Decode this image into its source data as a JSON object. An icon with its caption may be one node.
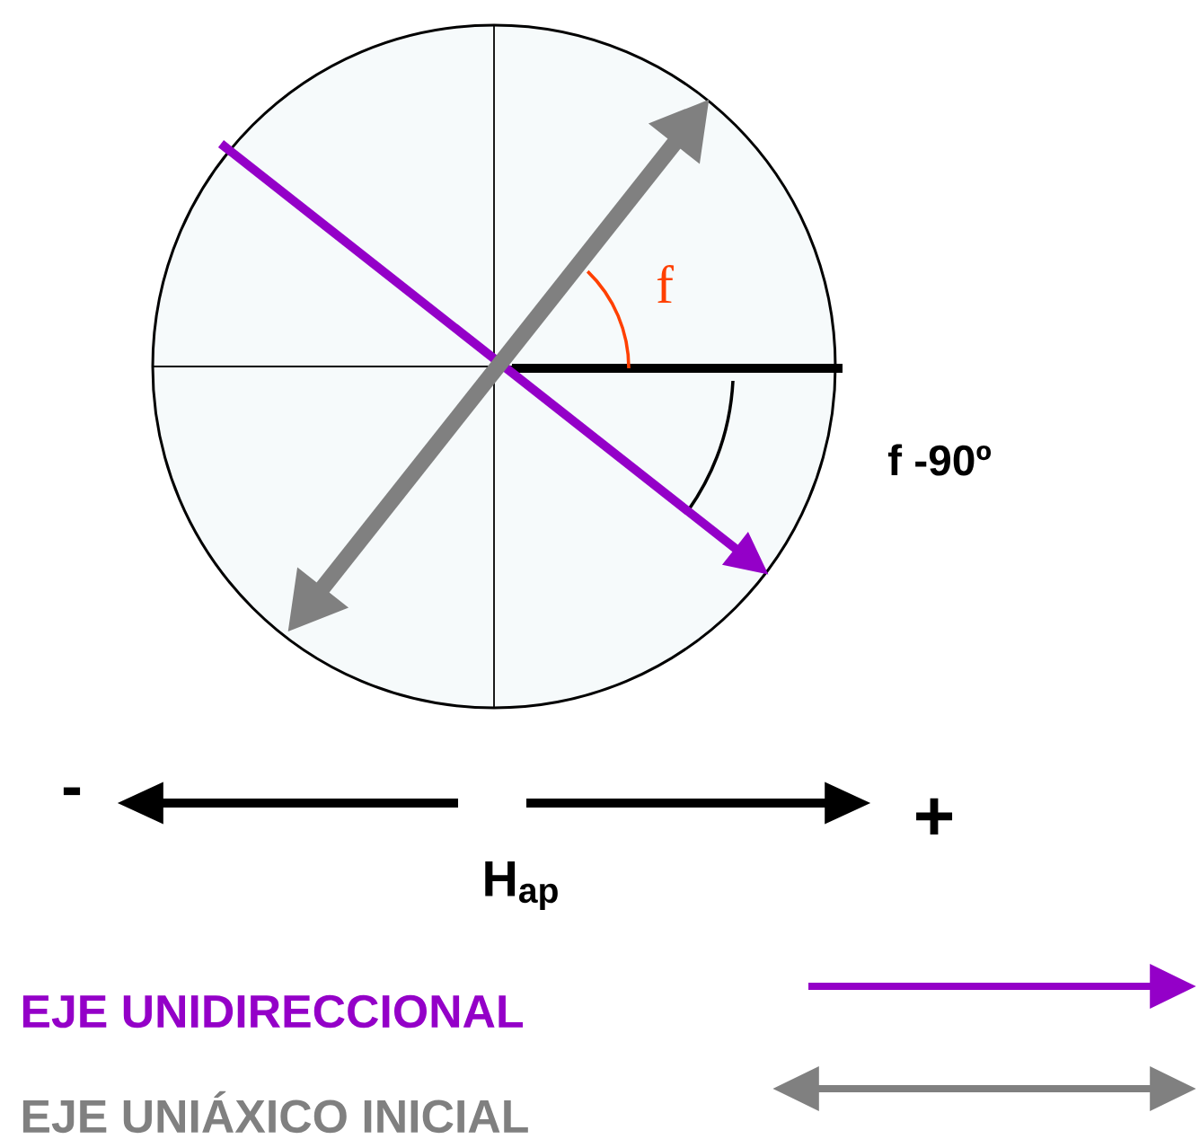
{
  "diagram": {
    "labels": [
      "f",
      "f -90º",
      "-",
      "+",
      "H$_{ap}$"
    ],
    "legend": [
      {
        "text": "EJE UNIDIRECCIONAL"
      },
      {
        "text": "EJE UNIÁXICO INICIAL"
      }
    ]
  }
}
